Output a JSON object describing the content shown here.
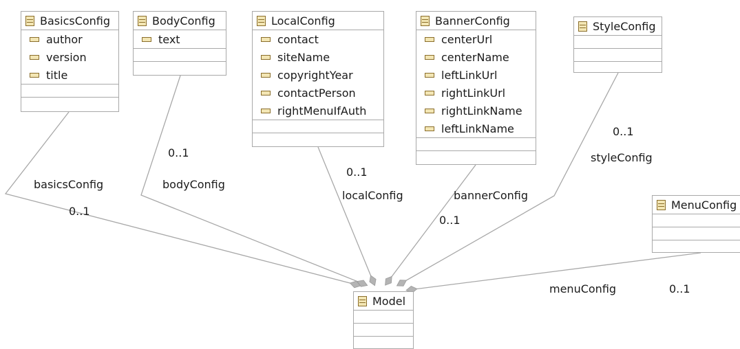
{
  "classes": [
    {
      "name": "BasicsConfig",
      "attributes": [
        "author",
        "version",
        "title"
      ]
    },
    {
      "name": "BodyConfig",
      "attributes": [
        "text"
      ]
    },
    {
      "name": "LocalConfig",
      "attributes": [
        "contact",
        "siteName",
        "copyrightYear",
        "contactPerson",
        "rightMenuIfAuth"
      ]
    },
    {
      "name": "BannerConfig",
      "attributes": [
        "centerUrl",
        "centerName",
        "leftLinkUrl",
        "rightLinkUrl",
        "rightLinkName",
        "leftLinkName"
      ]
    },
    {
      "name": "StyleConfig",
      "attributes": []
    },
    {
      "name": "MenuConfig",
      "attributes": []
    },
    {
      "name": "Model",
      "attributes": []
    }
  ],
  "associations": [
    {
      "from": "BasicsConfig",
      "to": "Model",
      "role": "basicsConfig",
      "multiplicity": "0..1"
    },
    {
      "from": "BodyConfig",
      "to": "Model",
      "role": "bodyConfig",
      "multiplicity": "0..1"
    },
    {
      "from": "LocalConfig",
      "to": "Model",
      "role": "localConfig",
      "multiplicity": "0..1"
    },
    {
      "from": "BannerConfig",
      "to": "Model",
      "role": "bannerConfig",
      "multiplicity": "0..1"
    },
    {
      "from": "StyleConfig",
      "to": "Model",
      "role": "styleConfig",
      "multiplicity": "0..1"
    },
    {
      "from": "MenuConfig",
      "to": "Model",
      "role": "menuConfig",
      "multiplicity": "0..1"
    }
  ],
  "colors": {
    "line": "#a8a8a8",
    "border": "#a8a8a8",
    "icon_fill": "#f3e6b4",
    "icon_stroke": "#8a6d2a",
    "text": "#1a1a1a"
  }
}
